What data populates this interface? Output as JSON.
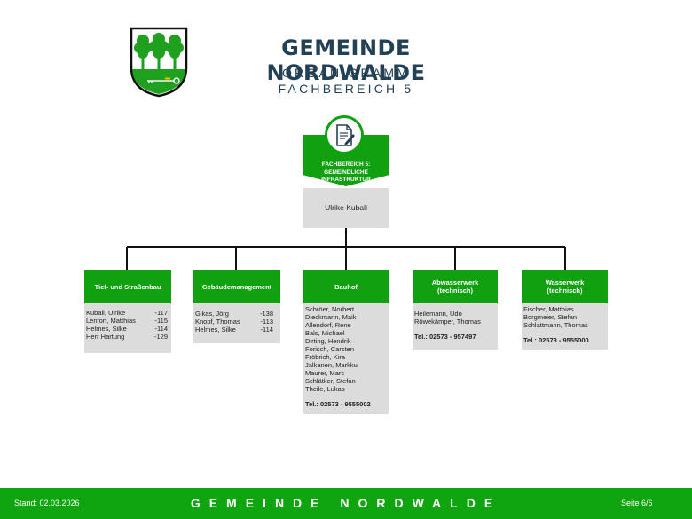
{
  "header": {
    "title": "GEMEINDE NORDWALDE",
    "subtitle1": "ORGANIGRAMM",
    "subtitle2": "FACHBEREICH 5"
  },
  "head": {
    "title_line1": "FACHBEREICH 5:",
    "title_line2": "GEMEINDLICHE",
    "title_line3": "INFRASTRUKTUR",
    "person": "Ulrike Kuball",
    "icon": "document-edit-icon"
  },
  "departments": [
    {
      "title": "Tief- und Straßenbau",
      "staff": [
        {
          "name": "Kuball, Ulrike",
          "ext": "-117"
        },
        {
          "name": "Lenfort, Matthias",
          "ext": "-115"
        },
        {
          "name": "Helmes, Silke",
          "ext": "-114"
        },
        {
          "name": "Herr Hartung",
          "ext": "-129"
        }
      ]
    },
    {
      "title": "Gebäudemanagement",
      "staff": [
        {
          "name": "Gikas, Jörg",
          "ext": "-138"
        },
        {
          "name": "Knopf, Thomas",
          "ext": "-113"
        },
        {
          "name": "Helmes, Silke",
          "ext": "-114"
        }
      ]
    },
    {
      "title": "Bauhof",
      "staff": [
        {
          "name": "Schröer, Norbert"
        },
        {
          "name": "Dieckmann, Maik"
        },
        {
          "name": "Allendorf, Rene"
        },
        {
          "name": "Bals, Michael"
        },
        {
          "name": "Dirting, Hendrik"
        },
        {
          "name": "Forisch, Carsten"
        },
        {
          "name": "Fröbrich, Kira"
        },
        {
          "name": "Jalkanen, Markku"
        },
        {
          "name": "Maurer, Marc"
        },
        {
          "name": "Schlätker, Stefan"
        },
        {
          "name": "Theile, Lukas"
        }
      ],
      "phone": "Tel.: 02573 - 9555002"
    },
    {
      "title_line1": "Abwasserwerk",
      "title_line2": "(technisch)",
      "staff": [
        {
          "name": "Heilemann, Udo"
        },
        {
          "name": "Röwekämper, Thomas"
        }
      ],
      "phone": "Tel.: 02573 - 957497"
    },
    {
      "title_line1": "Wasserwerk",
      "title_line2": "(technisch)",
      "staff": [
        {
          "name": "Fischer, Matthias"
        },
        {
          "name": "Borgmeier, Stefan"
        },
        {
          "name": "Schlattmann, Thomas"
        }
      ],
      "phone": "Tel.: 02573 - 9555000"
    }
  ],
  "footer": {
    "stand": "Stand: 02.03.2026",
    "center": "GEMEINDE NORDWALDE",
    "page": "Seite 6/6"
  },
  "colors": {
    "green": "#10a010",
    "gray_box": "#dcdcdc",
    "title_blue": "#234155"
  },
  "crest_icon": "nordwalde-coat-of-arms-icon"
}
